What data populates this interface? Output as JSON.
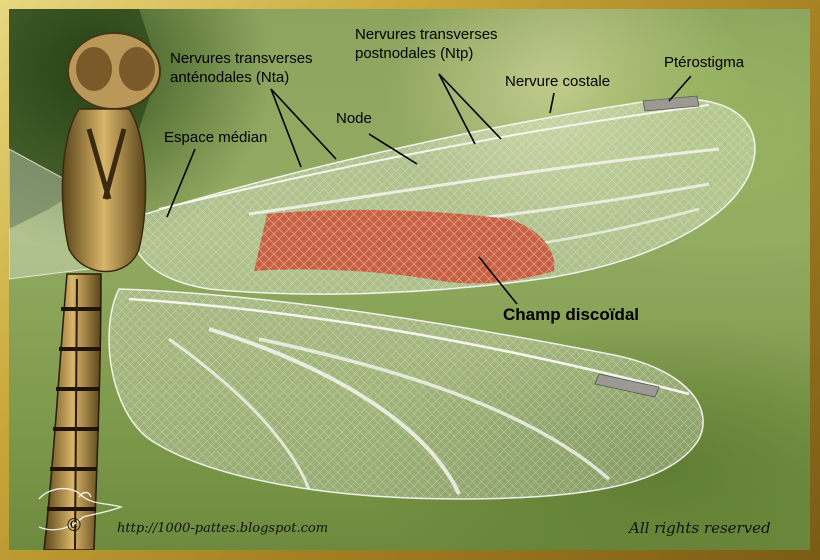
{
  "labels": {
    "nta": "Nervures transverses\nanténodales (Nta)",
    "ntp": "Nervures transverses\npostnodales (Ntp)",
    "costale": "Nervure costale",
    "pterostigma": "Ptérostigma",
    "node": "Node",
    "espace_median": "Espace médian",
    "champ_discoidal": "Champ discoïdal"
  },
  "credits": {
    "copyright": "©",
    "url": "http://1000-pattes.blogspot.com",
    "rights": "All rights reserved"
  },
  "colors": {
    "frame": "#c9a93a",
    "discoidal_field": "#c8583c",
    "pterostigma": "#9a9a92"
  }
}
